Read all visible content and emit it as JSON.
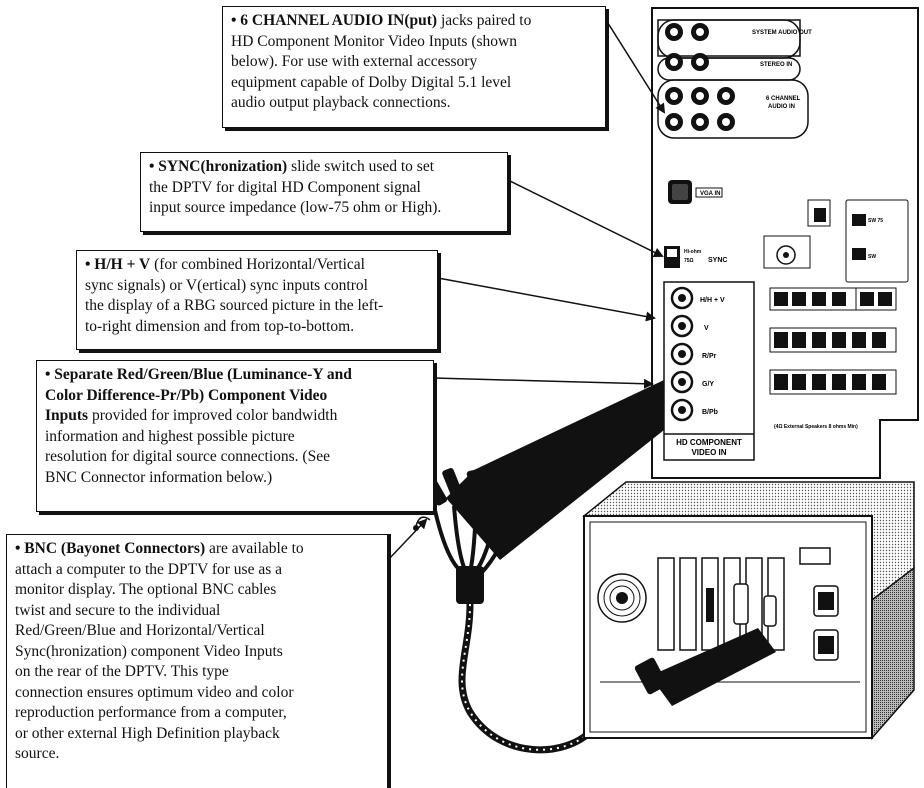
{
  "callouts": {
    "audio": {
      "bold": "• 6 CHANNEL AUDIO IN(put)",
      "line1_rest": " jacks paired to",
      "lines": [
        "HD Component Monitor Video Inputs (shown",
        "below). For use with external accessory",
        "equipment capable of Dolby Digital 5.1 level",
        "audio output playback connections."
      ]
    },
    "sync": {
      "bold": "• SYNC(hronization)",
      "line1_rest": " slide switch used to set",
      "lines": [
        "the DPTV for digital HD Component signal",
        "input source impedance (low-75 ohm or High)."
      ]
    },
    "hv": {
      "bold": "• H/H + V",
      "line1_rest": " (for combined  Horizontal/Vertical",
      "lines": [
        "sync signals) or V(ertical) sync inputs control",
        "the display of a RBG sourced picture in the left-",
        "to-right dimension and from top-to-bottom."
      ]
    },
    "component": {
      "bold_lines": [
        "• Separate Red/Green/Blue (Luminance-Y and",
        "Color Difference-Pr/Pb) Component Video"
      ],
      "bold3": "Inputs",
      "line3_rest": " provided for improved color bandwidth",
      "lines": [
        "information and highest possible picture",
        "resolution for digital source connections. (See",
        "BNC Connector information below.)"
      ]
    },
    "bnc": {
      "bold": "• BNC (Bayonet Connectors)",
      "line1_rest": " are available to",
      "lines": [
        "attach a computer to the DPTV for use as a",
        "monitor display. The optional BNC cables",
        "twist and secure to the individual",
        "Red/Green/Blue and Horizontal/Vertical",
        "Sync(hronization) component Video Inputs",
        "on the rear of the DPTV. This type",
        "connection ensures optimum video and color",
        "reproduction performance from a computer,",
        "or other external High Definition playback",
        "source."
      ]
    }
  },
  "panel": {
    "audio_labels": [
      "SYSTEM AUDIO OUT",
      "STEREO IN",
      "6 CHANNEL",
      "AUDIO IN"
    ],
    "vga_label": "VGA IN",
    "sync_switch_top": "Hi-ohm",
    "sync_switch_bottom": "75Ω",
    "sync_label": "SYNC",
    "video_labels": [
      "H/H + V",
      "V",
      "R/Pr",
      "G/Y",
      "B/Pb"
    ],
    "hd_label_1": "HD COMPONENT",
    "hd_label_2": "VIDEO IN",
    "speaker_note": "(4Ω External Speakers 8 ohms Min)"
  }
}
